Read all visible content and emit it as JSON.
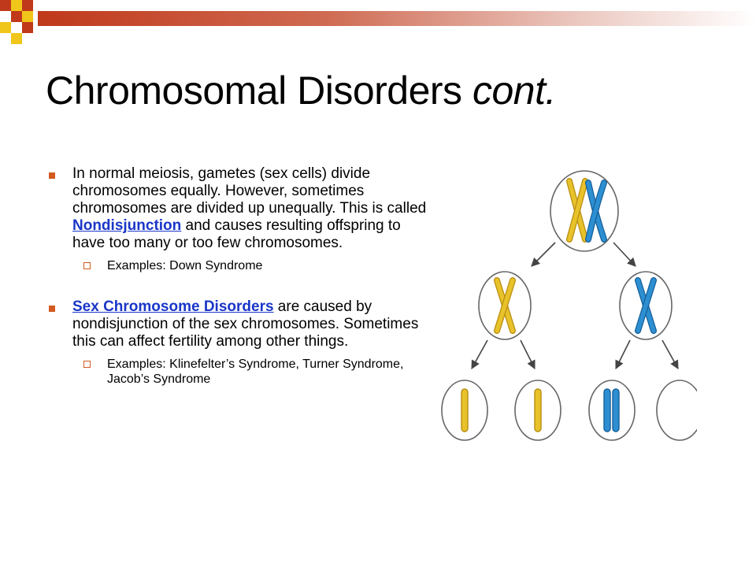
{
  "slide": {
    "title": "Chromosomal Disorders",
    "title_italic": "cont.",
    "accent_color": "#d25a1f"
  },
  "bullets": [
    {
      "before": "In normal meiosis, gametes (sex cells) divide chromosomes equally.  However, sometimes chromosomes are divided up unequally.  This is called ",
      "link": "Nondisjunction",
      "after": " and causes resulting offspring to have too many or too few chromosomes.",
      "sub": "Examples: Down Syndrome"
    },
    {
      "before": "",
      "link": "Sex Chromosome Disorders",
      "after": " are caused by nondisjunction of the sex chromosomes.  Sometimes this can affect fertility among other things.",
      "sub": "Examples: Klinefelter’s Syndrome, Turner Syndrome, Jacob’s Syndrome"
    }
  ],
  "diagram": {
    "colors": {
      "yellow": "#e8c22a",
      "blue": "#2d8fd1"
    }
  }
}
